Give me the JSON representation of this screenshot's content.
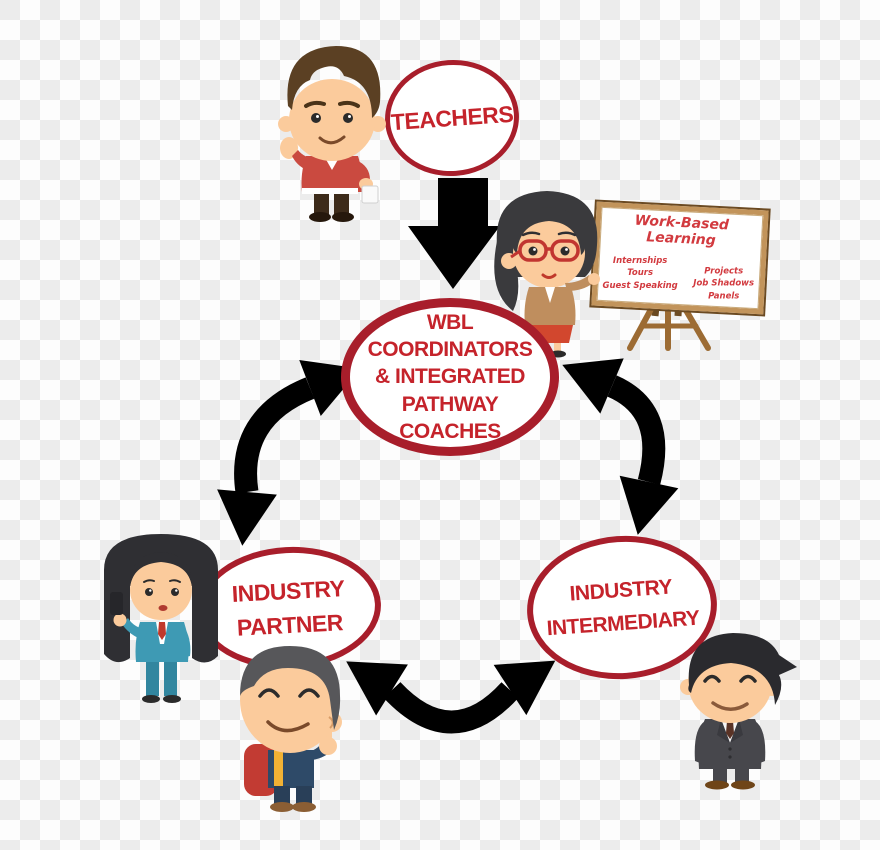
{
  "diagram": {
    "title_context": "Work-Based Learning relationship diagram",
    "nodes": {
      "teachers": {
        "label": "TEACHERS"
      },
      "wbl_coordinators": {
        "lines": [
          "WBL COORDINATORS",
          "& INTEGRATED",
          "PATHWAY COACHES"
        ]
      },
      "industry_partner": {
        "lines": [
          "INDUSTRY",
          "PARTNER"
        ]
      },
      "industry_intermediary": {
        "lines": [
          "INDUSTRY",
          "INTERMEDIARY"
        ]
      }
    },
    "whiteboard": {
      "title_lines": [
        "Work-Based",
        "Learning"
      ],
      "left_items": [
        "Internships",
        "Tours",
        "Guest Speaking"
      ],
      "right_items": [
        "Projects",
        "Job Shadows",
        "Panels"
      ]
    },
    "arrows": {
      "teachers_to_wbl": "down-arrow",
      "wbl_partner": "curved-double-arrow-left",
      "wbl_intermediary": "curved-double-arrow-right",
      "partner_intermediary": "curved-double-arrow-bottom"
    },
    "characters": {
      "teacher_boy": "teacher-boy",
      "coordinator_woman": "coordinator-woman-with-glasses",
      "businesswoman": "businesswoman-with-phone",
      "student_boy": "student-boy-thumbs-up",
      "businessman": "businessman-in-suit"
    },
    "colors": {
      "oval_border": "#a81e2b",
      "label_red": "#c5232b",
      "whiteboard_text_red": "#d23a3f",
      "board_frame": "#c2945b",
      "arrow_black": "#000000",
      "checker_light": "#fdfdfd",
      "checker_dark": "#ececec"
    }
  }
}
